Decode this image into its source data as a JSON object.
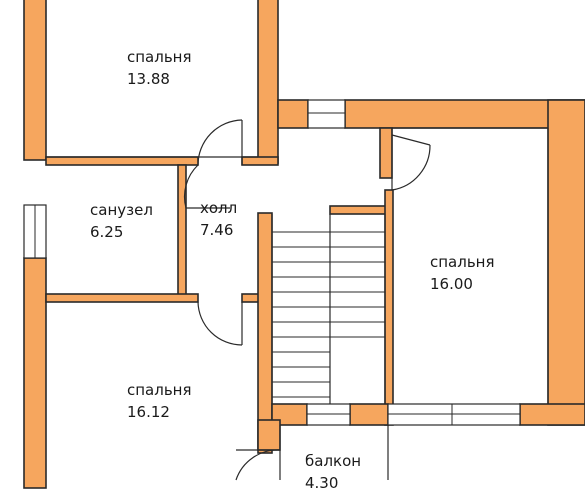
{
  "colors": {
    "wall": "#f6a65e",
    "outline": "#2a2a2a",
    "window": "#ffffff",
    "text": "#1a1a1a"
  },
  "rooms": [
    {
      "key": "bedroom_top_left",
      "name": "спальня",
      "area": "13.88"
    },
    {
      "key": "bathroom",
      "name": "санузел",
      "area": "6.25"
    },
    {
      "key": "hall",
      "name": "холл",
      "area": "7.46"
    },
    {
      "key": "bedroom_right",
      "name": "спальня",
      "area": "16.00"
    },
    {
      "key": "bedroom_bottom_left",
      "name": "спальня",
      "area": "16.12"
    },
    {
      "key": "balcony",
      "name": "балкон",
      "area": "4.30"
    }
  ]
}
